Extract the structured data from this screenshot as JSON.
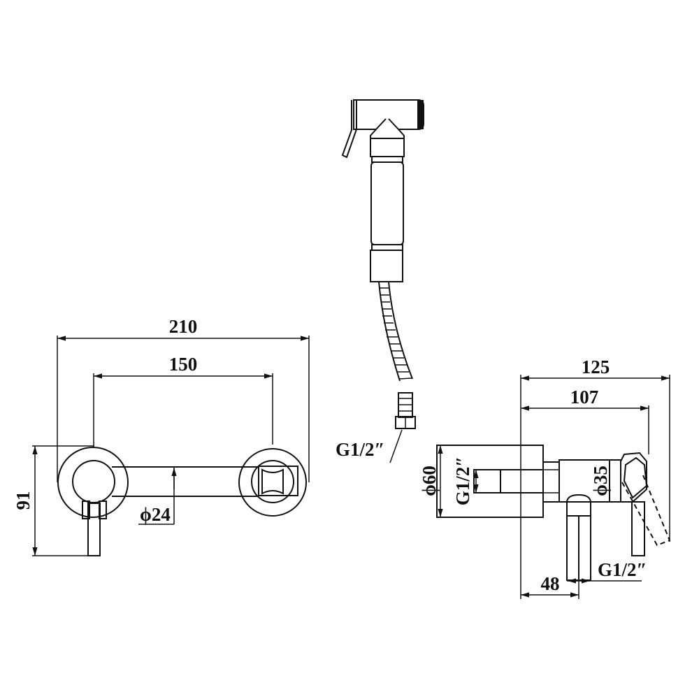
{
  "colors": {
    "line": "#111111",
    "background": "#ffffff"
  },
  "front_view": {
    "overall_width": "210",
    "center_distance": "150",
    "height": "91",
    "pipe_diameter": "ϕ24"
  },
  "hand_shower": {
    "connection": "G1/2″"
  },
  "side_view": {
    "overall_depth": "125",
    "body_depth": "107",
    "plate_diameter": "ϕ60",
    "inlet_thread": "G1/2″",
    "body_diameter": "ϕ35",
    "outlet_thread": "G1/2″",
    "outlet_offset": "48"
  }
}
